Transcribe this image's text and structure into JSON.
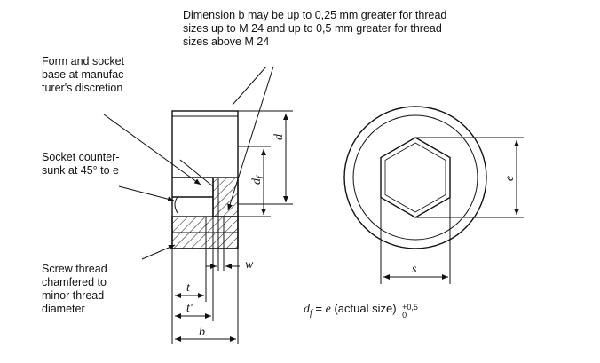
{
  "notes": {
    "top": [
      "Dimension b may be up to 0,25 mm greater for thread",
      "sizes up to M 24 and up to 0,5 mm greater for thread",
      "sizes above M 24"
    ],
    "form": [
      "Form and socket",
      "base at manufac-",
      "turer's discretion"
    ],
    "socket": [
      "Socket counter-",
      "sunk at 45° to e"
    ],
    "thread": [
      "Screw thread",
      "chamfered to",
      "minor thread",
      "diameter"
    ]
  },
  "dims": {
    "d": "d",
    "df": "d",
    "df_sub": "f",
    "e": "e",
    "s": "s",
    "w": "w",
    "t": "t",
    "t_prime": "t'",
    "b": "b"
  },
  "formula": {
    "lhs": "d",
    "lhs_sub": "f",
    "eq": " = ",
    "rhs_var": "e",
    "rhs_text": " (actual size) ",
    "tol_upper": "+0,5",
    "tol_lower": "0"
  }
}
